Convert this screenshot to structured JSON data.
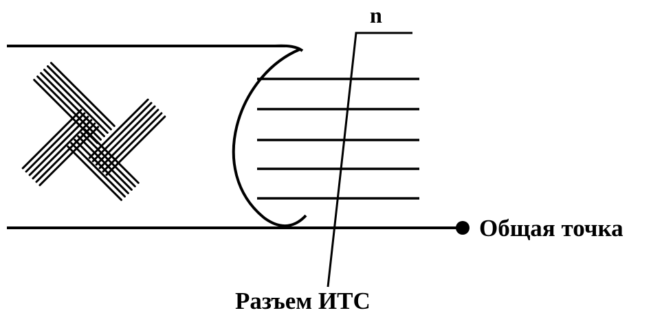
{
  "labels": {
    "n": "n",
    "common_point": "Общая точка",
    "connector": "Разъем ИТС"
  },
  "colors": {
    "ink": "#000000",
    "background": "#ffffff"
  },
  "icons": {
    "cable_shield": "braided-shield-icon",
    "common_point_terminal": "dot-terminal"
  },
  "conductors": {
    "count_drawn": 5
  }
}
